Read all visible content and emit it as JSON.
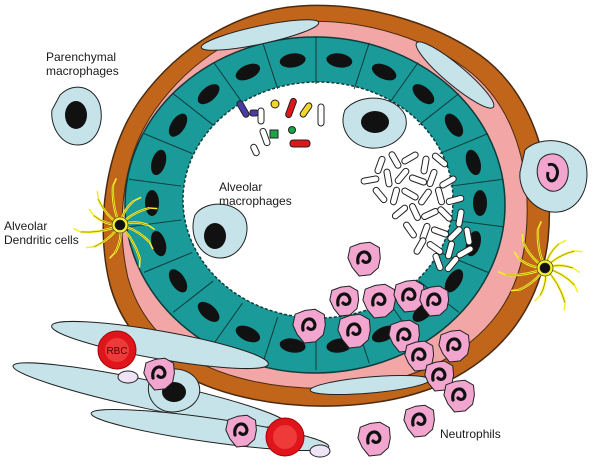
{
  "labels": {
    "parenchymal_macrophages": "Parenchymal\nmacrophages",
    "alveolar_macrophages": "Alveolar\nmacrophages",
    "alveolar_dendritic_cells": "Alveolar\nDendritic cells",
    "neutrophils": "Neutrophils",
    "rbc": "RBC"
  },
  "colors": {
    "epithelium": "#1a9a98",
    "interstitium": "#c0651a",
    "basement": "#f2a6a6",
    "macrophage": "#c7e3ea",
    "neutrophil": "#f2a6cf",
    "rbc": "#e0141b",
    "dendritic": "#f7ee2b"
  }
}
